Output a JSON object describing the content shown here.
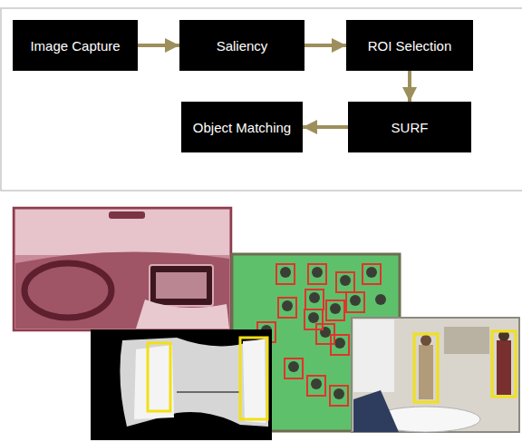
{
  "diagram": {
    "nodes": [
      {
        "text": [
          "Image Capture"
        ]
      },
      {
        "text": [
          "Saliency"
        ]
      },
      {
        "text": [
          "ROI Selection"
        ]
      },
      {
        "text": [
          "Object Matching"
        ]
      },
      {
        "text": [
          "SURF"
        ]
      }
    ],
    "edges": [
      {
        "from": 0,
        "to": 1,
        "arrow": "to"
      },
      {
        "from": 1,
        "to": 2,
        "arrow": "to"
      },
      {
        "from": 2,
        "to": 4,
        "arrow": "to"
      },
      {
        "from": 4,
        "to": 3,
        "arrow": "to"
      }
    ]
  }
}
